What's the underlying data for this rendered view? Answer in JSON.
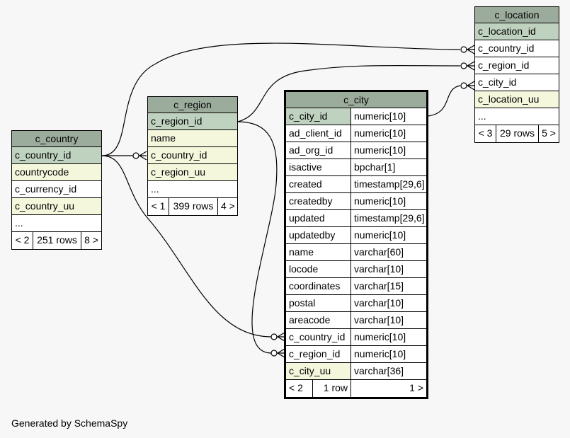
{
  "footer": "Generated by SchemaSpy",
  "tables": {
    "c_country": {
      "name": "c_country",
      "columns": [
        {
          "label": "c_country_id",
          "kind": "pk"
        },
        {
          "label": "countrycode",
          "kind": "fk"
        },
        {
          "label": "c_currency_id",
          "kind": "plain"
        },
        {
          "label": "c_country_uu",
          "kind": "fk"
        },
        {
          "label": "...",
          "kind": "plain"
        }
      ],
      "nav": {
        "left": "< 2",
        "rows": "251 rows",
        "right": "8 >"
      }
    },
    "c_region": {
      "name": "c_region",
      "columns": [
        {
          "label": "c_region_id",
          "kind": "pk"
        },
        {
          "label": "name",
          "kind": "fk"
        },
        {
          "label": "c_country_id",
          "kind": "fk"
        },
        {
          "label": "c_region_uu",
          "kind": "fk"
        },
        {
          "label": "...",
          "kind": "plain"
        }
      ],
      "nav": {
        "left": "< 1",
        "rows": "399 rows",
        "right": "4 >"
      }
    },
    "c_location": {
      "name": "c_location",
      "columns": [
        {
          "label": "c_location_id",
          "kind": "pk"
        },
        {
          "label": "c_country_id",
          "kind": "plain"
        },
        {
          "label": "c_region_id",
          "kind": "plain"
        },
        {
          "label": "c_city_id",
          "kind": "plain"
        },
        {
          "label": "c_location_uu",
          "kind": "fk"
        },
        {
          "label": "...",
          "kind": "plain"
        }
      ],
      "nav": {
        "left": "< 3",
        "rows": "29 rows",
        "right": "5 >"
      }
    },
    "c_city": {
      "name": "c_city",
      "columns": [
        {
          "label": "c_city_id",
          "type": "numeric[10]",
          "kind": "pk"
        },
        {
          "label": "ad_client_id",
          "type": "numeric[10]",
          "kind": "plain"
        },
        {
          "label": "ad_org_id",
          "type": "numeric[10]",
          "kind": "plain"
        },
        {
          "label": "isactive",
          "type": "bpchar[1]",
          "kind": "plain"
        },
        {
          "label": "created",
          "type": "timestamp[29,6]",
          "kind": "plain"
        },
        {
          "label": "createdby",
          "type": "numeric[10]",
          "kind": "plain"
        },
        {
          "label": "updated",
          "type": "timestamp[29,6]",
          "kind": "plain"
        },
        {
          "label": "updatedby",
          "type": "numeric[10]",
          "kind": "plain"
        },
        {
          "label": "name",
          "type": "varchar[60]",
          "kind": "plain"
        },
        {
          "label": "locode",
          "type": "varchar[10]",
          "kind": "plain"
        },
        {
          "label": "coordinates",
          "type": "varchar[15]",
          "kind": "plain"
        },
        {
          "label": "postal",
          "type": "varchar[10]",
          "kind": "plain"
        },
        {
          "label": "areacode",
          "type": "varchar[10]",
          "kind": "plain"
        },
        {
          "label": "c_country_id",
          "type": "numeric[10]",
          "kind": "plain"
        },
        {
          "label": "c_region_id",
          "type": "numeric[10]",
          "kind": "plain"
        },
        {
          "label": "c_city_uu",
          "type": "varchar[36]",
          "kind": "fk"
        }
      ],
      "nav": {
        "left": "< 2",
        "rows": "1 row",
        "right": "1 >"
      }
    }
  }
}
